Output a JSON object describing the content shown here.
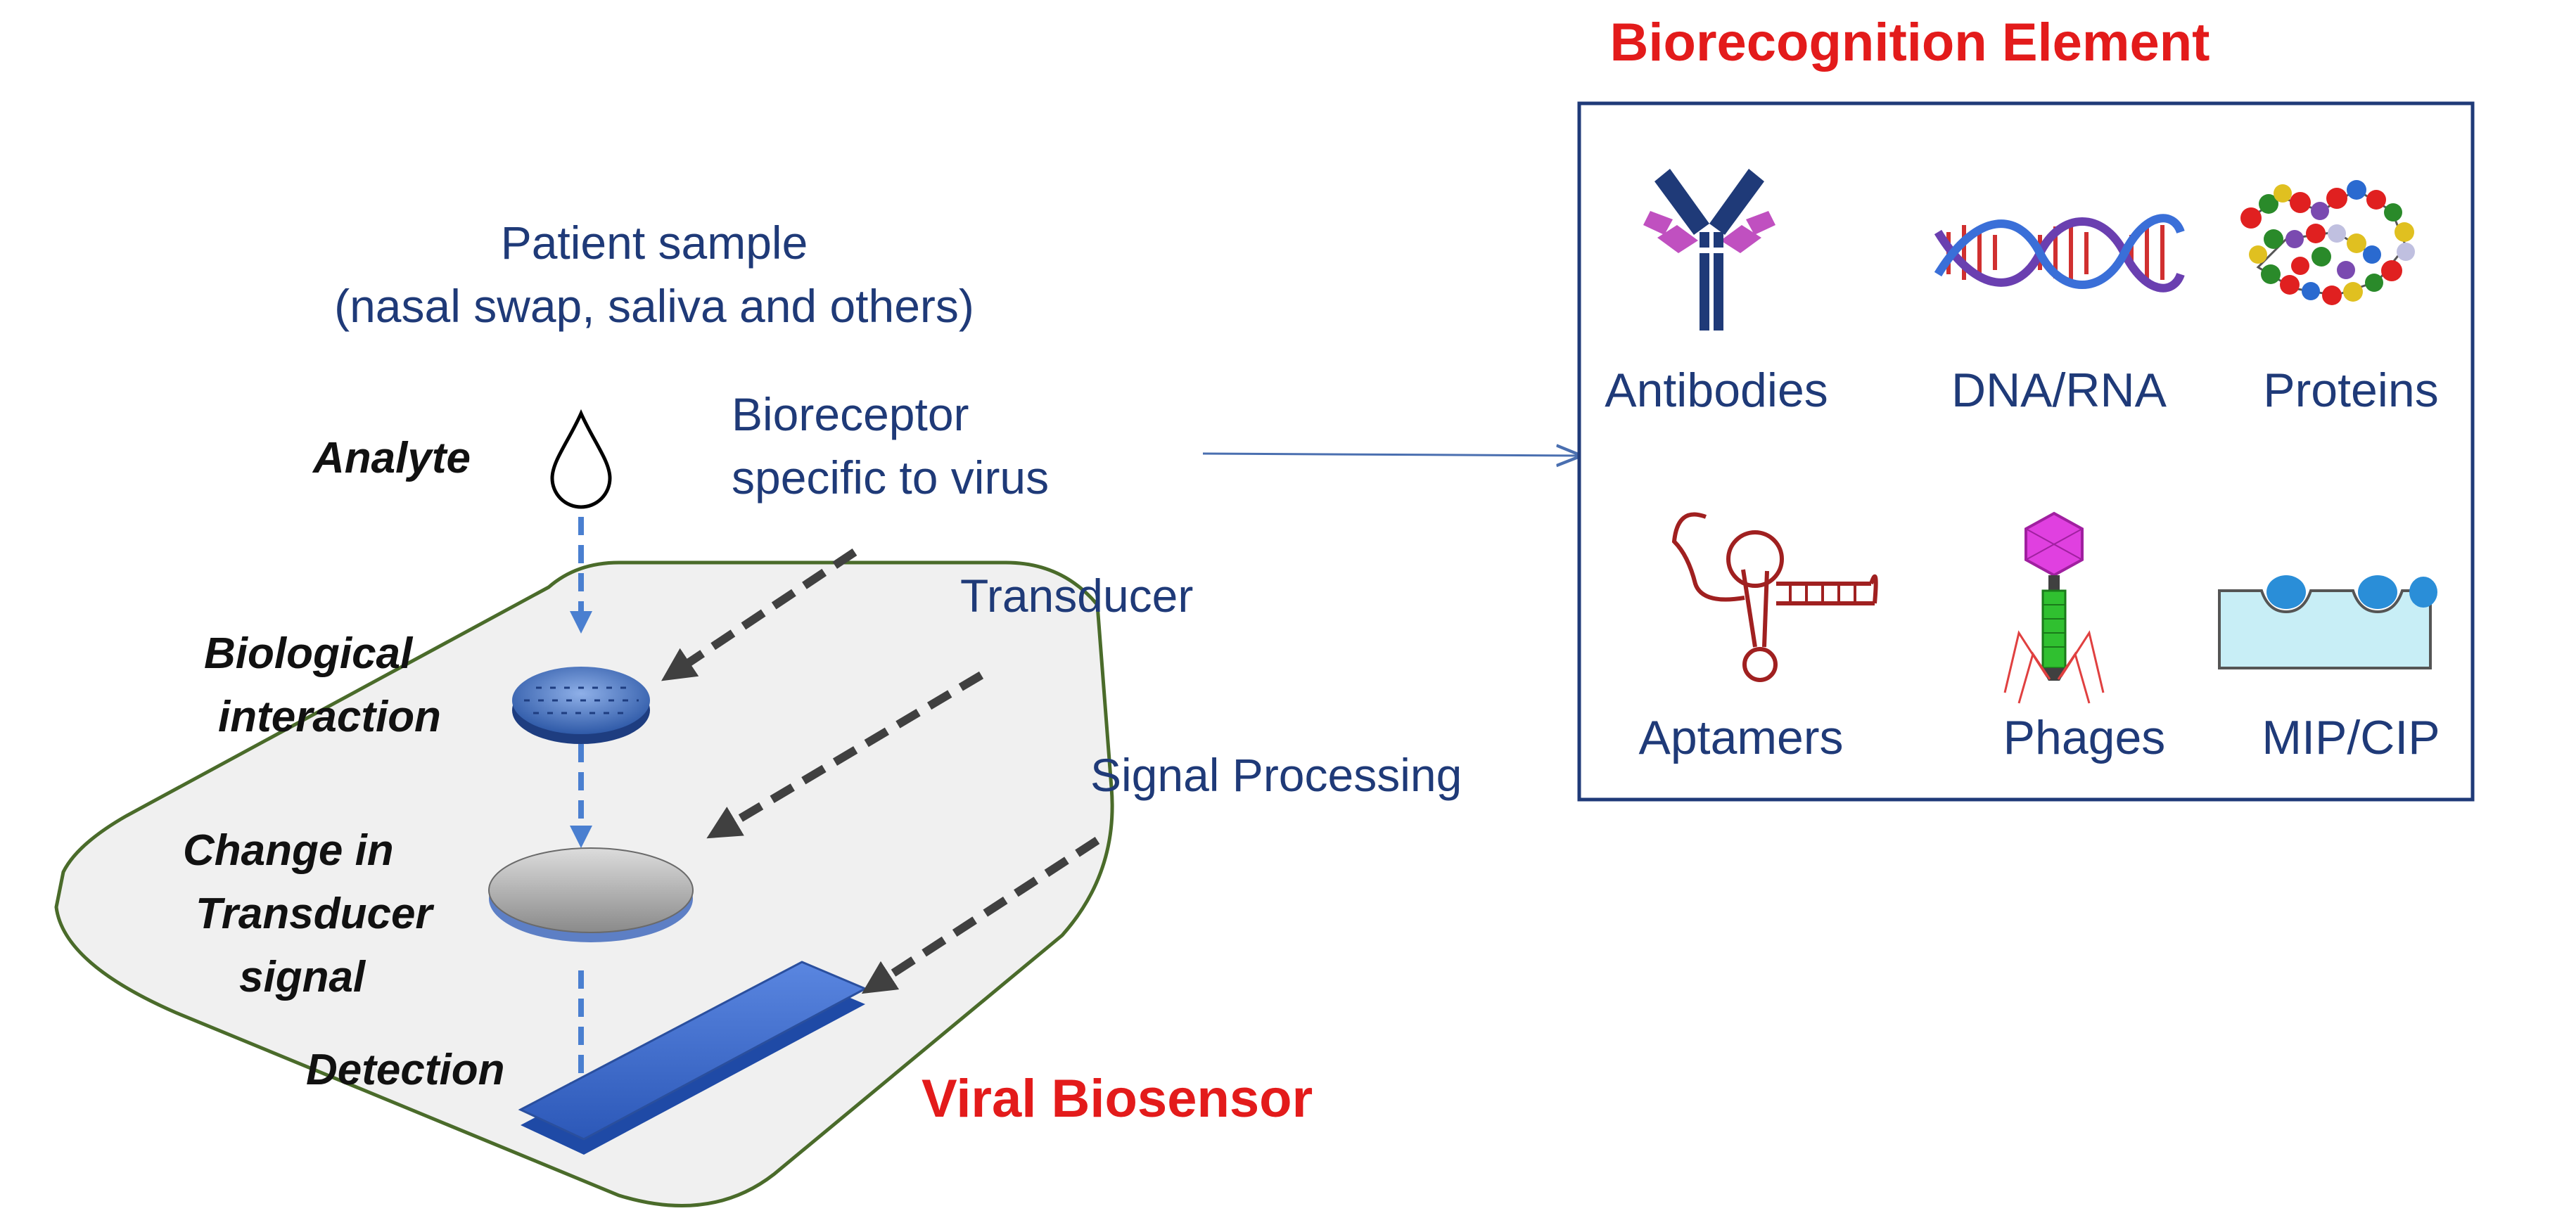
{
  "sample": {
    "line1": "Patient sample",
    "line2": "(nasal swap, saliva and others)"
  },
  "stages": {
    "analyte": "Analyte",
    "biological_line1": "Biological",
    "biological_line2": "interaction",
    "change_line1": "Change in",
    "change_line2": "Transducer",
    "change_line3": "signal",
    "detection": "Detection"
  },
  "callouts": {
    "bioreceptor_line1": "Bioreceptor",
    "bioreceptor_line2": "specific to virus",
    "transducer": "Transducer",
    "signal_processing": "Signal Processing"
  },
  "viral_biosensor": "Viral Biosensor",
  "biorecognition": {
    "title": "Biorecognition Element",
    "items": [
      "Antibodies",
      "DNA/RNA",
      "Proteins",
      "Aptamers",
      "Phages",
      "MIP/CIP"
    ]
  },
  "colors": {
    "title_red": "#e31b1b",
    "text_blue": "#1f3a78",
    "arrow_blue": "#4a7fd0",
    "dashed_gray": "#404040",
    "platform_outline": "#4a6b2a",
    "platform_fill": "#f0f0f0",
    "detector_blue": "#3f6fd0"
  }
}
